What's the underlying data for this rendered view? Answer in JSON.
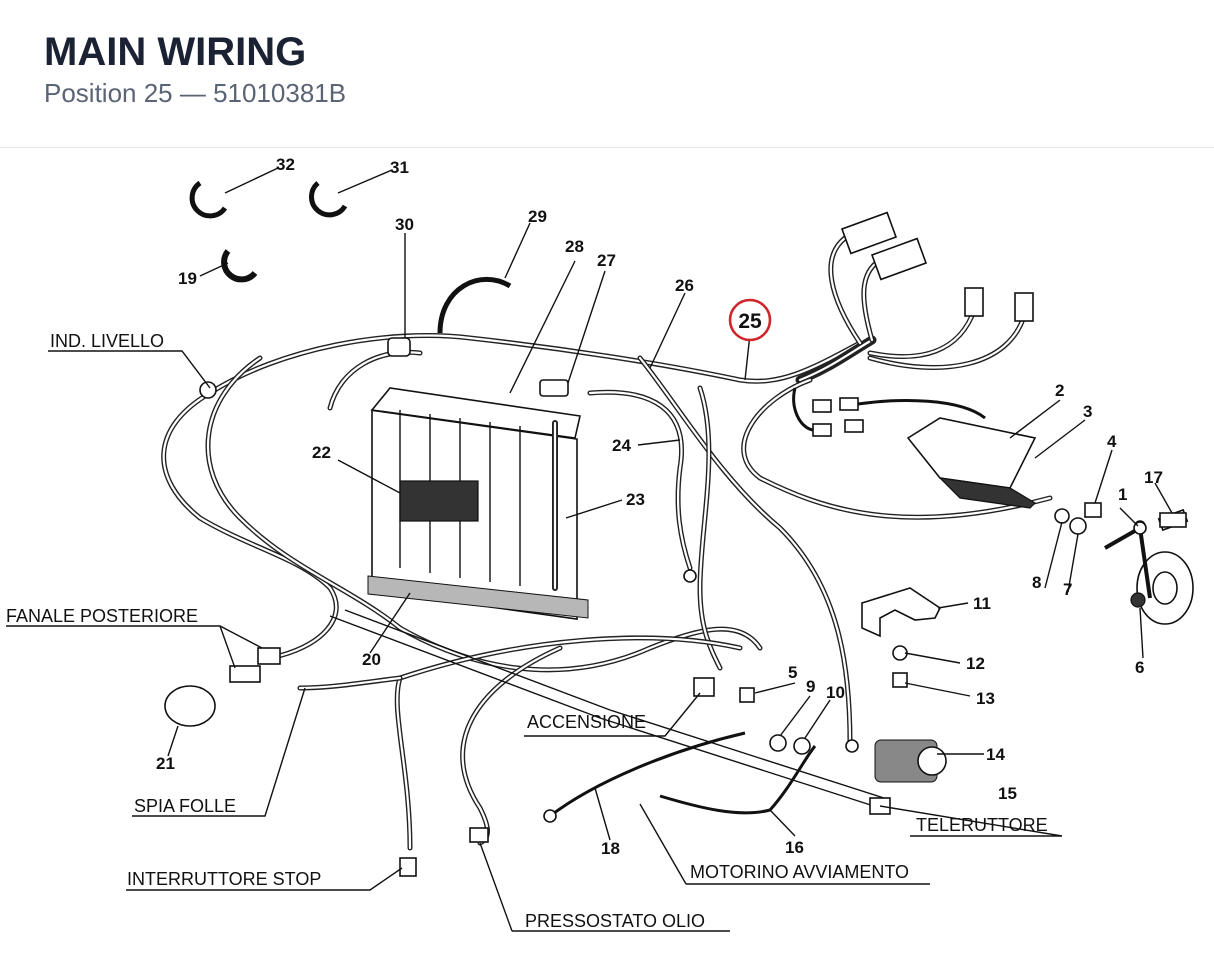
{
  "header": {
    "title": "MAIN WIRING",
    "subtitle": "Position 25 — 51010381B"
  },
  "diagram": {
    "highlight_color": "#d0262b",
    "highlighted_position": "25",
    "labels": {
      "ind_livello": "IND. LIVELLO",
      "fanale_posteriore": "FANALE POSTERIORE",
      "spia_folle": "SPIA FOLLE",
      "interruttore_stop": "INTERRUTTORE STOP",
      "pressostato_olio": "PRESSOSTATO OLIO",
      "accensione": "ACCENSIONE",
      "motorino_avviamento": "MOTORINO AVVIAMENTO",
      "teleruttore": "TELERUTTORE"
    },
    "part_numbers": {
      "p1": "1",
      "p2": "2",
      "p3": "3",
      "p4": "4",
      "p5": "5",
      "p6": "6",
      "p7": "7",
      "p8": "8",
      "p9": "9",
      "p10": "10",
      "p11": "11",
      "p12": "12",
      "p13": "13",
      "p14": "14",
      "p15": "15",
      "p16": "16",
      "p17": "17",
      "p18": "18",
      "p19": "19",
      "p20": "20",
      "p21": "21",
      "p22": "22",
      "p23": "23",
      "p24": "24",
      "p26": "26",
      "p27": "27",
      "p28": "28",
      "p29": "29",
      "p30": "30",
      "p31": "31",
      "p32": "32"
    }
  }
}
